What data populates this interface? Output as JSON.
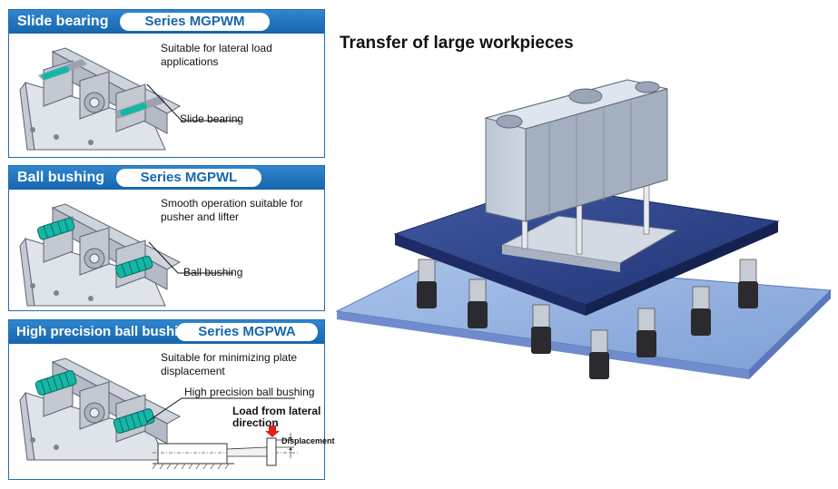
{
  "panels": [
    {
      "title": "Slide bearing",
      "series": "Series MGPWM",
      "description": "Suitable for lateral load applications",
      "callout": "Slide bearing"
    },
    {
      "title": "Ball bushing",
      "series": "Series MGPWL",
      "description": "Smooth operation suitable for pusher and lifter",
      "callout": "Ball bushing"
    },
    {
      "title": "High precision ball bushing",
      "series": "Series MGPWA",
      "description": "Suitable for minimizing plate displacement",
      "callout": "High precision ball bushing",
      "load_label": "Load from lateral direction",
      "displacement_label": "Displacement"
    }
  ],
  "main": {
    "title": "Transfer of large workpieces"
  },
  "colors": {
    "panel_blue": "#1766ad",
    "bearing_teal": "#14b7a6",
    "plate_navy": "#2b3f80",
    "glass_blue": "#8fb0e0",
    "load_arrow": "#e0201a"
  }
}
